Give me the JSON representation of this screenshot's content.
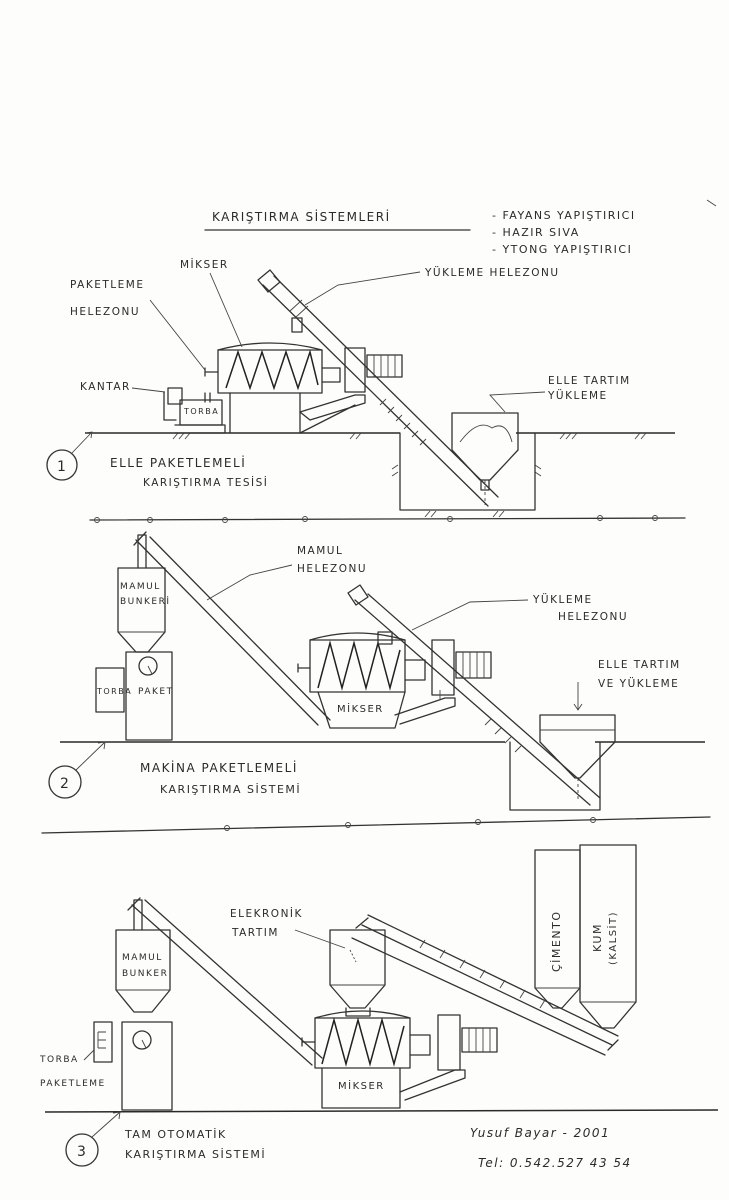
{
  "title": {
    "main": "KARIŞTIRMA SİSTEMLERİ",
    "products": [
      "- FAYANS YAPIŞTIRICI",
      "- HAZIR SIVA",
      "- YTONG YAPIŞTIRICI"
    ]
  },
  "diagram1": {
    "number": "1",
    "labels": {
      "mikser": "MİKSER",
      "paketleme1": "PAKETLEME",
      "paketleme2": "HELEZONU",
      "kantar": "KANTAR",
      "torba": "TORBA",
      "yukleme": "YÜKLEME HELEZONU",
      "elle1": "ELLE TARTIM",
      "elle2": "YÜKLEME"
    },
    "caption": [
      "ELLE PAKETLEMELİ",
      "KARIŞTIRMA TESİSİ"
    ]
  },
  "diagram2": {
    "number": "2",
    "labels": {
      "mamul1": "MAMUL",
      "mamul2": "HELEZONU",
      "bunker1": "MAMUL",
      "bunker2": "BUNKERİ",
      "torba": "TORBA",
      "paket": "PAKET",
      "mikser": "MİKSER",
      "yukleme1": "YÜKLEME",
      "yukleme2": "HELEZONU",
      "elle1": "ELLE TARTIM",
      "elle2": "VE YÜKLEME"
    },
    "caption": [
      "MAKİNA PAKETLEMELİ",
      "KARIŞTIRMA SİSTEMİ"
    ]
  },
  "diagram3": {
    "number": "3",
    "labels": {
      "bunker1": "MAMUL",
      "bunker2": "BUNKER",
      "elektronik1": "ELEKRONİK",
      "elektronik2": "TARTIM",
      "cimento": "ÇİMENTO",
      "kum1": "KUM",
      "kum2": "(KALSİT)",
      "torba": "TORBA",
      "paketleme": "PAKETLEME",
      "mikser": "MİKSER"
    },
    "caption": [
      "TAM OTOMATİK",
      "KARIŞTIRMA SİSTEMİ"
    ]
  },
  "signature": {
    "name": "Yusuf Bayar - 2001",
    "phone": "Tel: 0.542.527 43 54"
  }
}
